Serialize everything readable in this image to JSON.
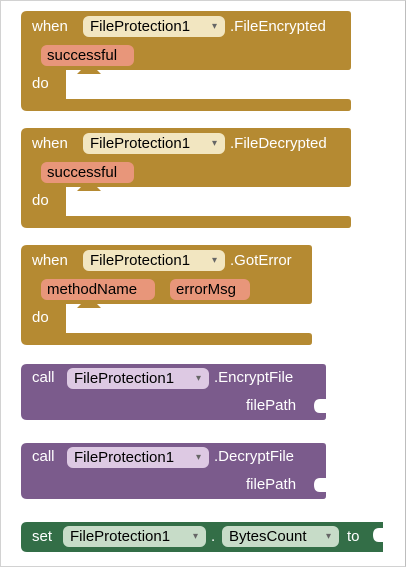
{
  "colors": {
    "event_block": "#b58a32",
    "procedure_block": "#7b5b8c",
    "setter_block": "#336e47",
    "param_chip": "#e8967a",
    "event_dropdown": "#f2e6c1",
    "procedure_dropdown": "#ddc9e3",
    "setter_dropdown": "#c7dcc8"
  },
  "blocks": {
    "file_encrypted": {
      "when": "when",
      "component": "FileProtection1",
      "event": ".FileEncrypted",
      "params": [
        "successful"
      ],
      "do": "do"
    },
    "file_decrypted": {
      "when": "when",
      "component": "FileProtection1",
      "event": ".FileDecrypted",
      "params": [
        "successful"
      ],
      "do": "do"
    },
    "got_error": {
      "when": "when",
      "component": "FileProtection1",
      "event": ".GotError",
      "params": [
        "methodName",
        "errorMsg"
      ],
      "do": "do"
    },
    "encrypt_file": {
      "call": "call",
      "component": "FileProtection1",
      "method": ".EncryptFile",
      "arg": "filePath"
    },
    "decrypt_file": {
      "call": "call",
      "component": "FileProtection1",
      "method": ".DecryptFile",
      "arg": "filePath"
    },
    "set_bytes_count": {
      "set": "set",
      "component": "FileProtection1",
      "dot": ".",
      "property": "BytesCount",
      "to": "to"
    }
  },
  "icons": {
    "dropdown": "▾"
  }
}
